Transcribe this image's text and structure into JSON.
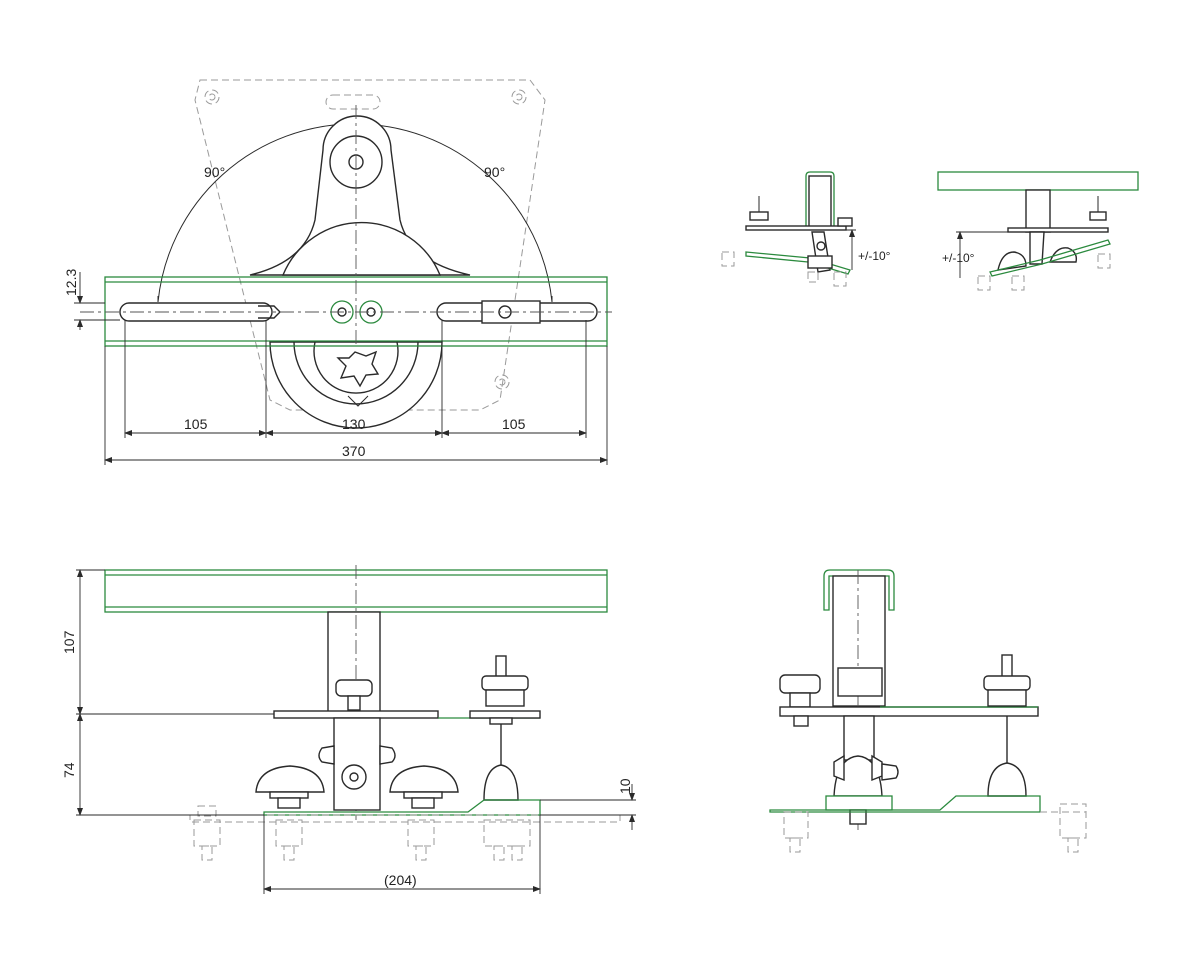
{
  "colors": {
    "line": "#2a2a2a",
    "accent": "#2b8a3e",
    "hidden": "#9a9a9a"
  },
  "top_view": {
    "angle_left": "90°",
    "angle_right": "90°",
    "dim_height": "12.3",
    "dim_left": "105",
    "dim_middle": "130",
    "dim_right": "105",
    "dim_total": "370"
  },
  "side_view": {
    "dim_upper": "107",
    "dim_lower": "74",
    "dim_offset": "10",
    "dim_base": "(204)"
  },
  "tilt_view_left": {
    "angle": "+/-10°"
  },
  "tilt_view_right": {
    "angle": "+/-10°"
  }
}
